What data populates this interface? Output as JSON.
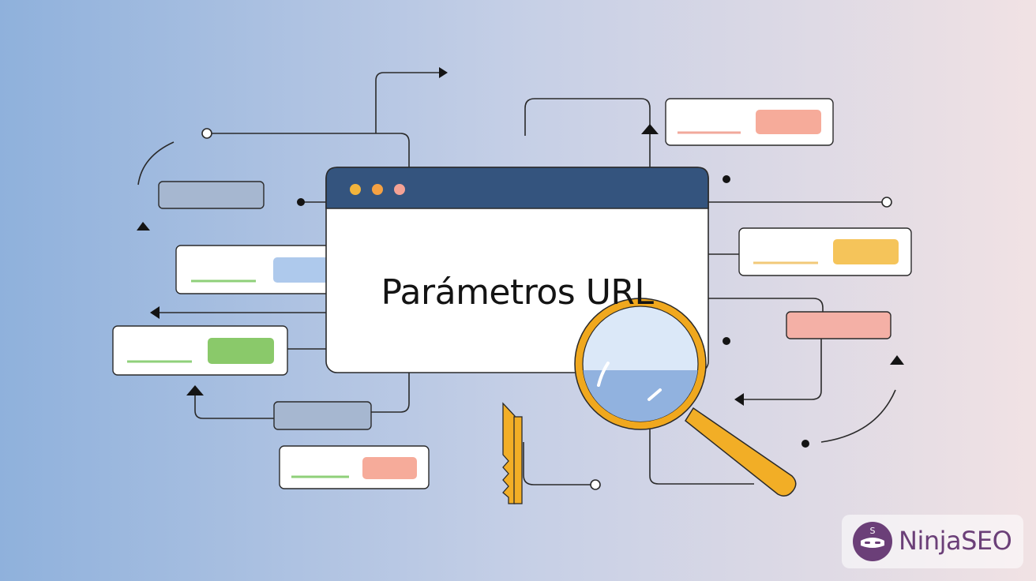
{
  "title": "Parámetros URL",
  "brand": {
    "name": "NinjaSEO",
    "badge_letter": "S"
  },
  "colors": {
    "background_left": "#8fb1dc",
    "background_mid": "#c5cfe6",
    "background_right": "#f1e2e4",
    "browser_bar": "#34547e",
    "dot_yellow": "#f2b43c",
    "dot_orange": "#f5a142",
    "dot_pink": "#f4a295",
    "lens_frame": "#f0a81e",
    "handle": "#f2ae26",
    "pill_salmon": "#f6ab9a",
    "pill_blue": "#aec9ec",
    "pill_green": "#8ac96a",
    "pill_yellow": "#f5c45a",
    "line_green": "#8fd07a",
    "line_salmon": "#f2a99c",
    "line_yellow": "#f2c979",
    "key": "#f2ae26",
    "brand": "#6b3f78"
  },
  "icons": [
    "magnifying-glass-icon",
    "key-icon",
    "arrow-icon",
    "ninja-badge-icon"
  ]
}
